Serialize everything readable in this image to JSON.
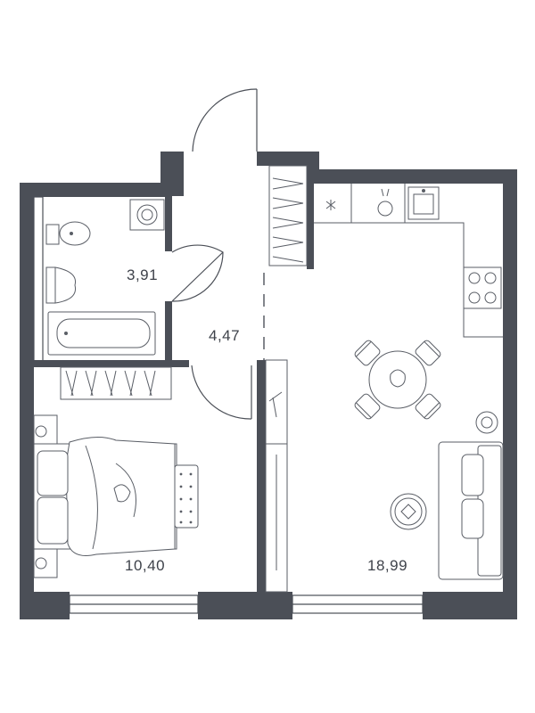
{
  "rooms": {
    "bathroom": {
      "area": "3,91"
    },
    "hallway": {
      "area": "4,47"
    },
    "bedroom": {
      "area": "10,40"
    },
    "living_kitchen": {
      "area": "18,99"
    }
  },
  "colors": {
    "wall": "#4b4f57",
    "background": "#ffffff",
    "line": "#5a5e66"
  },
  "icons": [
    "door-swing-icon",
    "toilet-icon",
    "washbasin-icon",
    "bathtub-icon",
    "washing-machine-icon",
    "wardrobe-icon",
    "bed-icon",
    "pillow-icon",
    "lamp-icon",
    "sink-icon",
    "stove-icon",
    "dining-table-icon",
    "chair-icon",
    "sofa-icon",
    "plant-icon",
    "window-icon"
  ]
}
